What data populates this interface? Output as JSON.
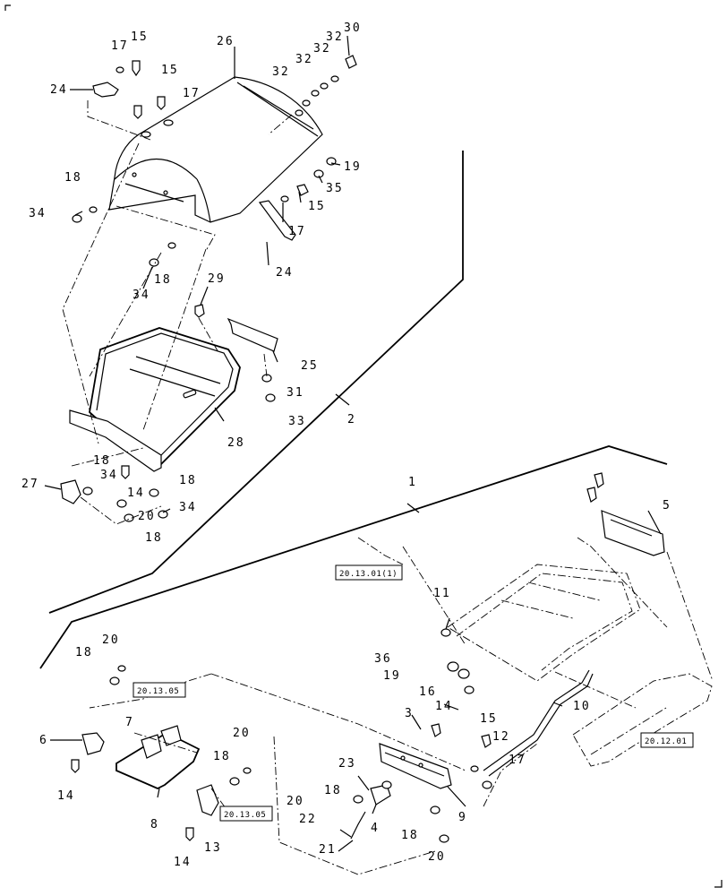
{
  "labels": {
    "n1": "1",
    "n2": "2",
    "n3": "3",
    "n4": "4",
    "n5": "5",
    "n6": "6",
    "n7": "7",
    "n8": "8",
    "n9": "9",
    "n10": "10",
    "n11": "11",
    "n12": "12",
    "n13": "13",
    "n14a": "14",
    "n14b": "14",
    "n14c": "14",
    "n14d": "14",
    "n15a": "15",
    "n15b": "15",
    "n15c": "15",
    "n15d": "15",
    "n16": "16",
    "n17a": "17",
    "n17b": "17",
    "n17c": "17",
    "n17d": "17",
    "n18a": "18",
    "n18b": "18",
    "n18c": "18",
    "n18d": "18",
    "n18e": "18",
    "n18f": "18",
    "n18g": "18",
    "n18h": "18",
    "n18i": "18",
    "n19a": "19",
    "n19b": "19",
    "n20a": "20",
    "n20b": "20",
    "n20c": "20",
    "n20d": "20",
    "n20e": "20",
    "n21": "21",
    "n22": "22",
    "n23": "23",
    "n24a": "24",
    "n24b": "24",
    "n25": "25",
    "n26": "26",
    "n27": "27",
    "n28": "28",
    "n29": "29",
    "n30": "30",
    "n31": "31",
    "n32a": "32",
    "n32b": "32",
    "n32c": "32",
    "n33": "33",
    "n34a": "34",
    "n34b": "34",
    "n34c": "34",
    "n34d": "34",
    "n35": "35",
    "n36": "36"
  },
  "references": {
    "r1": "20.13.01(1)",
    "r2": "20.13.05",
    "r3": "20.13.05",
    "r4": "20.12.01"
  },
  "colors": {
    "ink": "#000000",
    "paper": "#ffffff"
  }
}
